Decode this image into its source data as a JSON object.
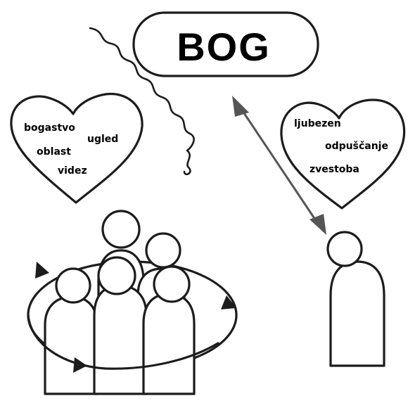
{
  "title": "BOG",
  "left_heart": {
    "words": [
      "bogastvo",
      "ugled",
      "oblast",
      "videz"
    ]
  },
  "right_heart": {
    "words": [
      "ljubezen",
      "odpuščanje",
      "zvestoba"
    ]
  },
  "colors": {
    "ink": "#1c1c1c",
    "arrow": "#555555",
    "background": "#ffffff"
  }
}
